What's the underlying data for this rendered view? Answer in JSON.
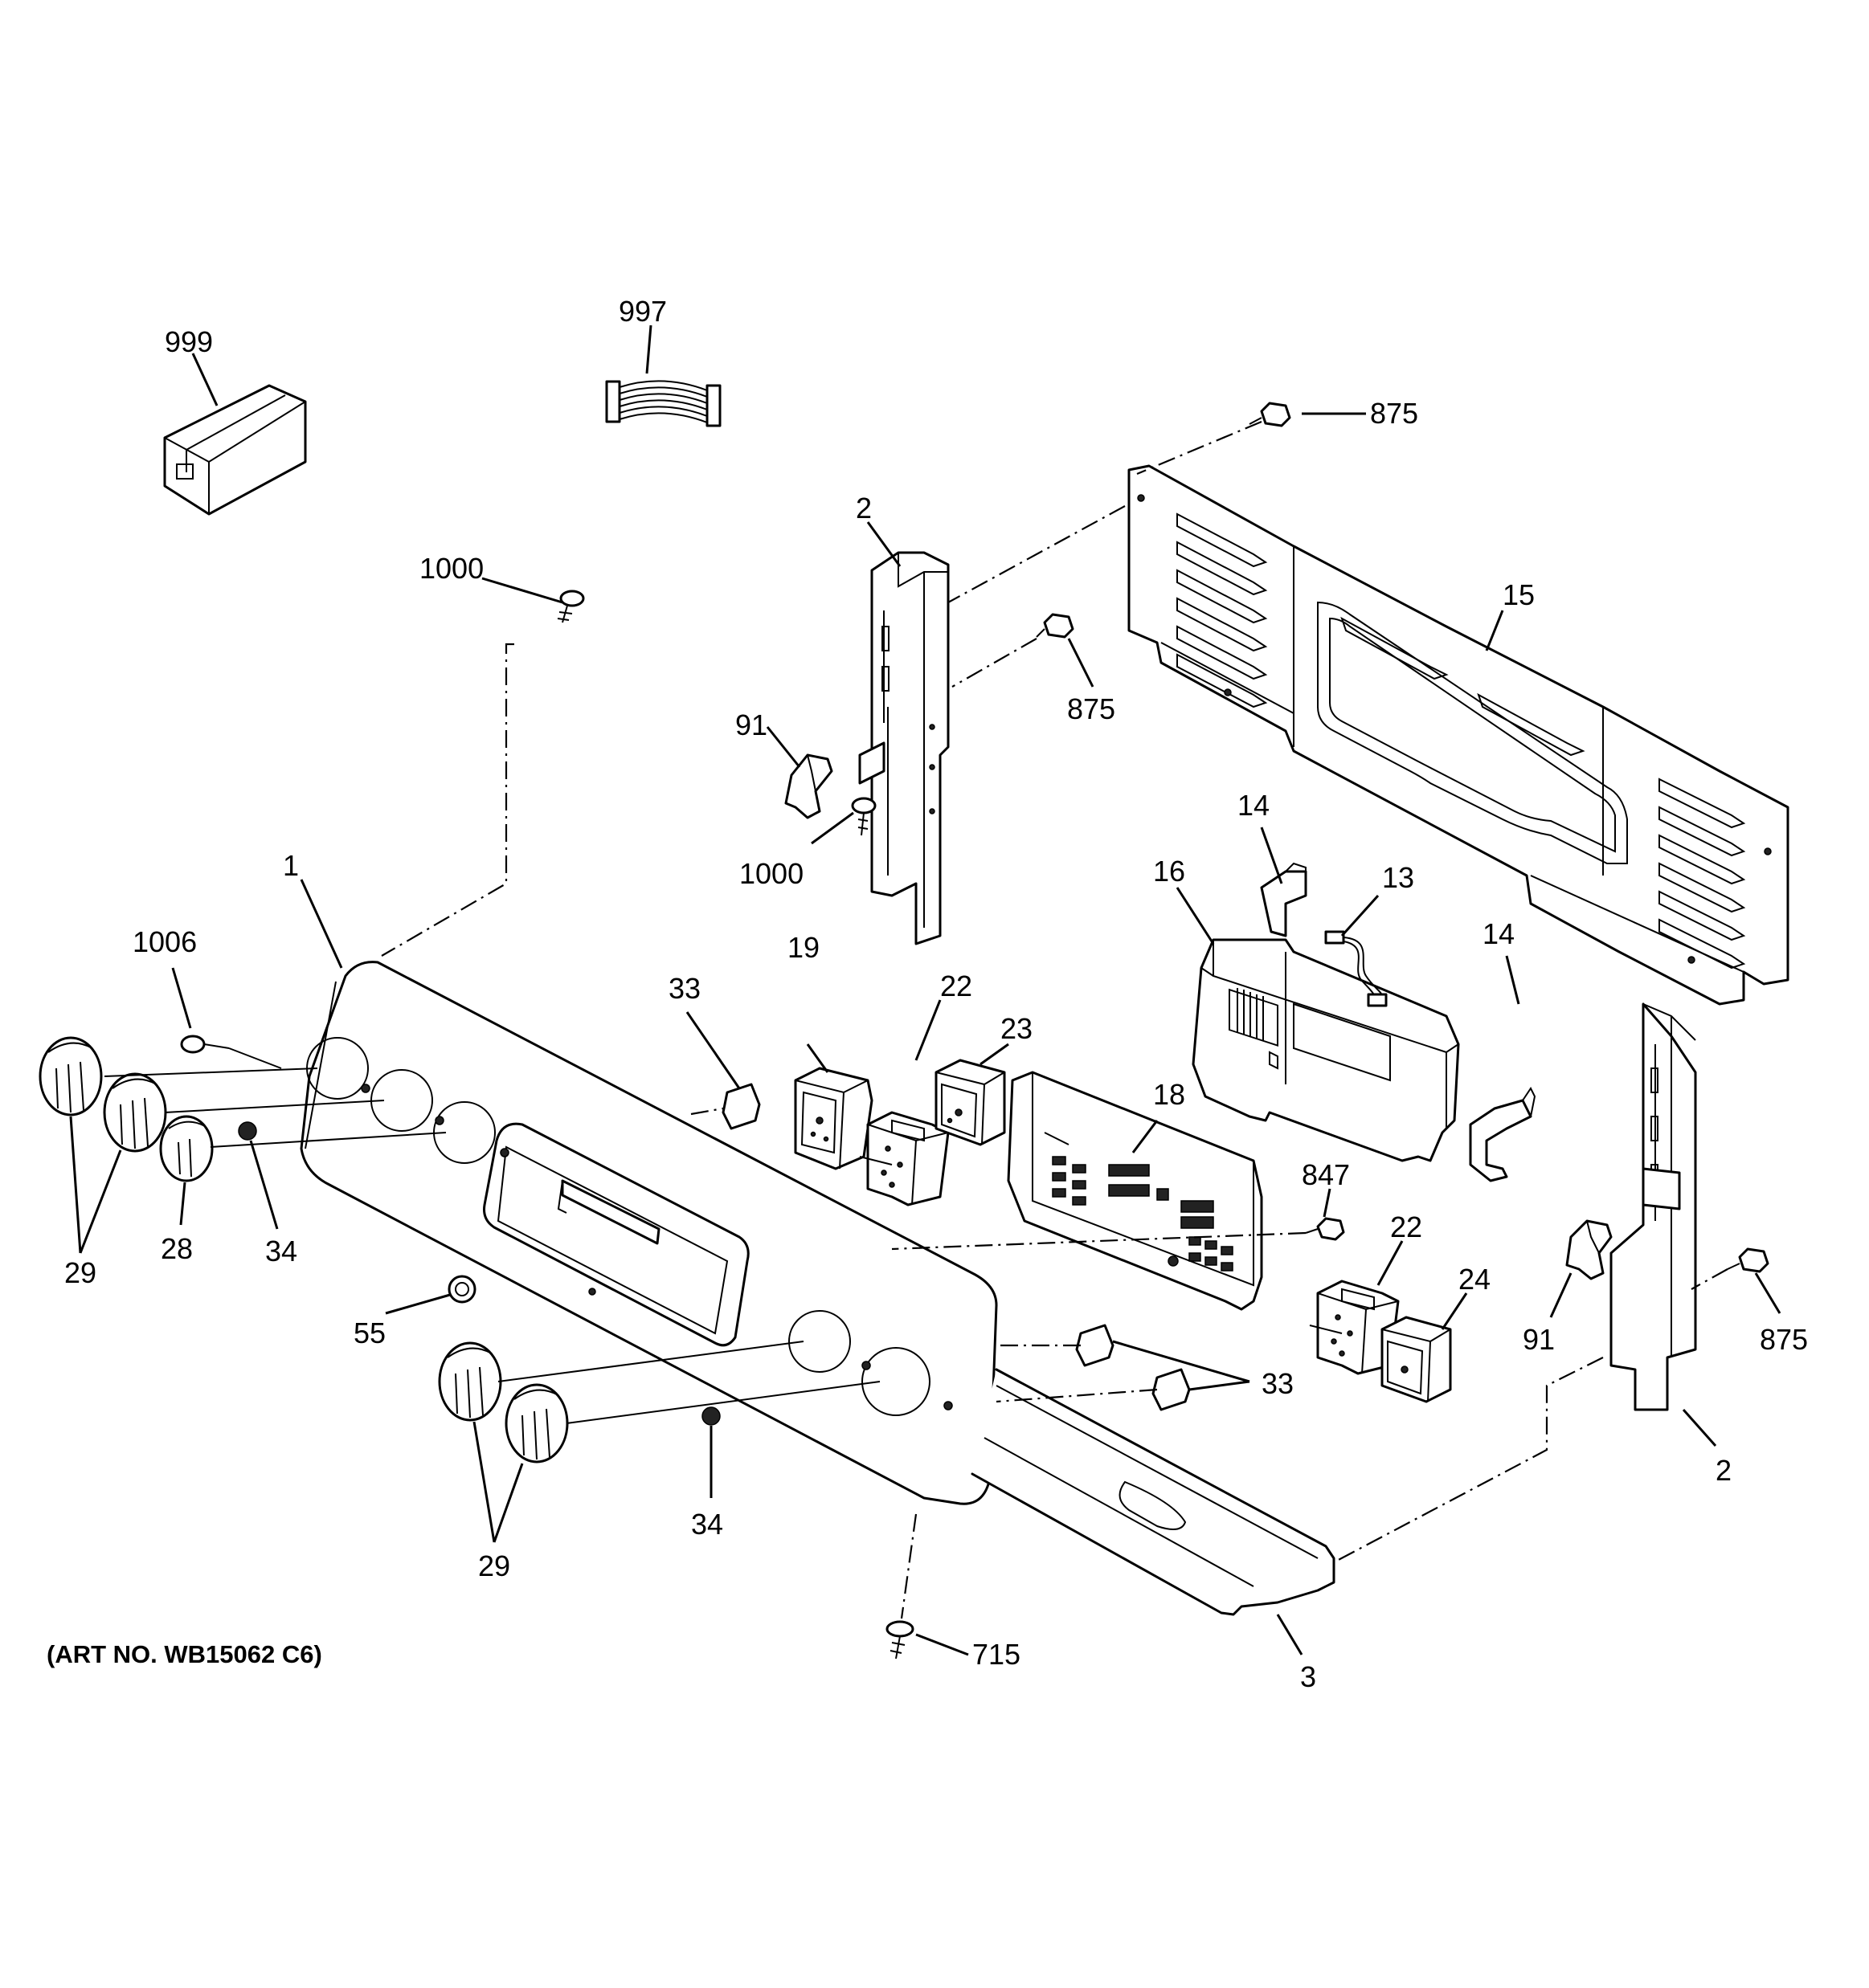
{
  "art_number": "(ART NO. WB15062 C6)",
  "callouts": [
    {
      "id": "c999",
      "text": "999"
    },
    {
      "id": "c997",
      "text": "997"
    },
    {
      "id": "c875a",
      "text": "875"
    },
    {
      "id": "c2a",
      "text": "2"
    },
    {
      "id": "c1000a",
      "text": "1000"
    },
    {
      "id": "c15",
      "text": "15"
    },
    {
      "id": "c875b",
      "text": "875"
    },
    {
      "id": "c91a",
      "text": "91"
    },
    {
      "id": "c1000b",
      "text": "1000"
    },
    {
      "id": "c14a",
      "text": "14"
    },
    {
      "id": "c13",
      "text": "13"
    },
    {
      "id": "c16",
      "text": "16"
    },
    {
      "id": "c1",
      "text": "1"
    },
    {
      "id": "c1006",
      "text": "1006"
    },
    {
      "id": "c19",
      "text": "19"
    },
    {
      "id": "c22a",
      "text": "22"
    },
    {
      "id": "c33a",
      "text": "33"
    },
    {
      "id": "c23",
      "text": "23"
    },
    {
      "id": "c14b",
      "text": "14"
    },
    {
      "id": "c18",
      "text": "18"
    },
    {
      "id": "c847",
      "text": "847"
    },
    {
      "id": "c22b",
      "text": "22"
    },
    {
      "id": "c24",
      "text": "24"
    },
    {
      "id": "c91b",
      "text": "91"
    },
    {
      "id": "c875c",
      "text": "875"
    },
    {
      "id": "c29a",
      "text": "29"
    },
    {
      "id": "c28",
      "text": "28"
    },
    {
      "id": "c34a",
      "text": "34"
    },
    {
      "id": "c55",
      "text": "55"
    },
    {
      "id": "c33b",
      "text": "33"
    },
    {
      "id": "c34b",
      "text": "34"
    },
    {
      "id": "c29b",
      "text": "29"
    },
    {
      "id": "c2b",
      "text": "2"
    },
    {
      "id": "c715",
      "text": "715"
    },
    {
      "id": "c3",
      "text": "3"
    }
  ]
}
